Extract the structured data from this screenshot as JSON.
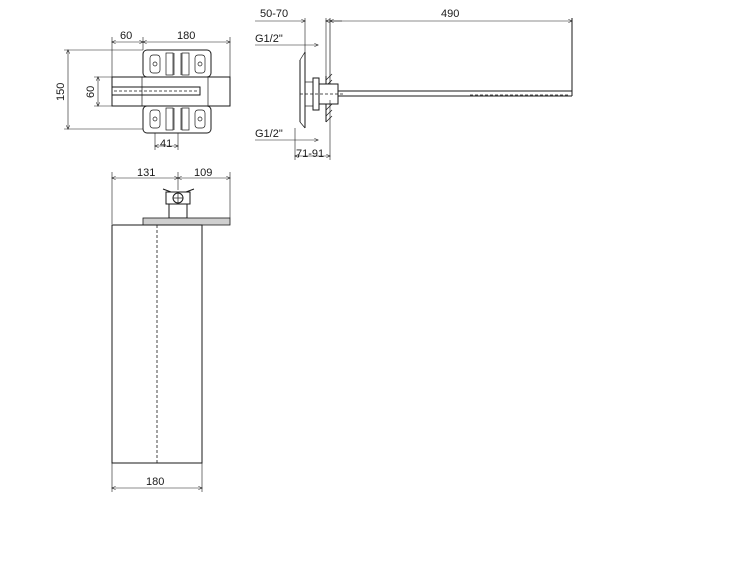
{
  "drawing": {
    "front_view": {
      "dim_left_width": "60",
      "dim_plate_width": "180",
      "dim_total_height": "150",
      "dim_arm_height": "60",
      "dim_offset": "41"
    },
    "side_view": {
      "dim_wall_range": "50-70",
      "dim_arm_length": "490",
      "thread_top": "G1/2\"",
      "thread_bottom": "G1/2\"",
      "dim_bottom_range": "71-91"
    },
    "plan_view": {
      "dim_left": "131",
      "dim_right": "109",
      "dim_width": "180"
    }
  }
}
